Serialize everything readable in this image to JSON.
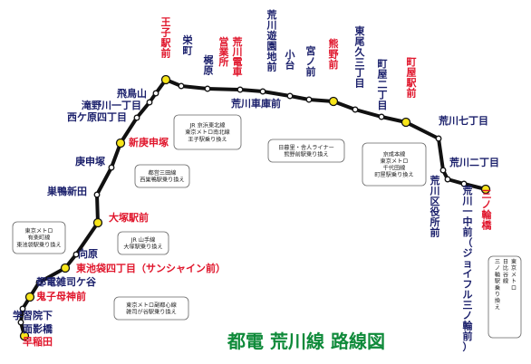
{
  "title": "都電 荒川線 路線図",
  "colors": {
    "line": "#111111",
    "station_fill": "#ffffff",
    "major_station_fill": "#f7e51a",
    "label_default": "#1a1f6b",
    "label_major": "#e0152b",
    "title": "#0f8a3a"
  },
  "stations": [
    {
      "name": "早稲田",
      "major": true
    },
    {
      "name": "面影橋"
    },
    {
      "name": "学習院下"
    },
    {
      "name": "鬼子母神前",
      "major": true
    },
    {
      "name": "都電雑司ケ谷"
    },
    {
      "name": "東池袋四丁目（サンシャイン前）",
      "major": true
    },
    {
      "name": "向原"
    },
    {
      "name": "大塚駅前",
      "major": true
    },
    {
      "name": "巣鴨新田"
    },
    {
      "name": "庚申塚"
    },
    {
      "name": "新庚申塚",
      "major": true
    },
    {
      "name": "西ケ原四丁目"
    },
    {
      "name": "滝野川一丁目"
    },
    {
      "name": "飛鳥山"
    },
    {
      "name": "王子駅前",
      "major": true
    },
    {
      "name": "栄町"
    },
    {
      "name": "梶原"
    },
    {
      "name": "荒川車庫前"
    },
    {
      "name": "荒川遊園地前"
    },
    {
      "name": "小台"
    },
    {
      "name": "宮ノ前"
    },
    {
      "name": "熊野前",
      "major": true
    },
    {
      "name": "東尾久三丁目"
    },
    {
      "name": "町屋二丁目"
    },
    {
      "name": "町屋駅前",
      "major": true
    },
    {
      "name": "荒川七丁目"
    },
    {
      "name": "荒川二丁目"
    },
    {
      "name": "荒川区役所前"
    },
    {
      "name": "荒川一中前（ジョイフル三ノ輪前）"
    },
    {
      "name": "三ノ輪橋",
      "major": true
    }
  ],
  "depot_label": "荒川電車\n営業所",
  "transfer_notes": [
    {
      "lines": [
        "JR 京浜東北線",
        "東京メトロ南北線",
        "王子駅乗り換え"
      ]
    },
    {
      "lines": [
        "日暮里・舎人ライナー",
        "熊野前駅乗り換え"
      ]
    },
    {
      "lines": [
        "京成本線",
        "東京メトロ",
        "千代田線",
        "町屋駅乗り換え"
      ]
    },
    {
      "lines": [
        "都営三田線",
        "西巣鴨駅乗り換え"
      ]
    },
    {
      "lines": [
        "JR 山手線",
        "大塚駅乗り換え"
      ]
    },
    {
      "lines": [
        "東京メトロ",
        "有楽町線",
        "東池袋駅乗り換え"
      ]
    },
    {
      "lines": [
        "東京メトロ副都心線",
        "雑司が谷駅乗り換え"
      ]
    },
    {
      "lines": [
        "東京メトロ",
        "日比谷線",
        "三ノ輪駅乗り換え"
      ]
    }
  ]
}
